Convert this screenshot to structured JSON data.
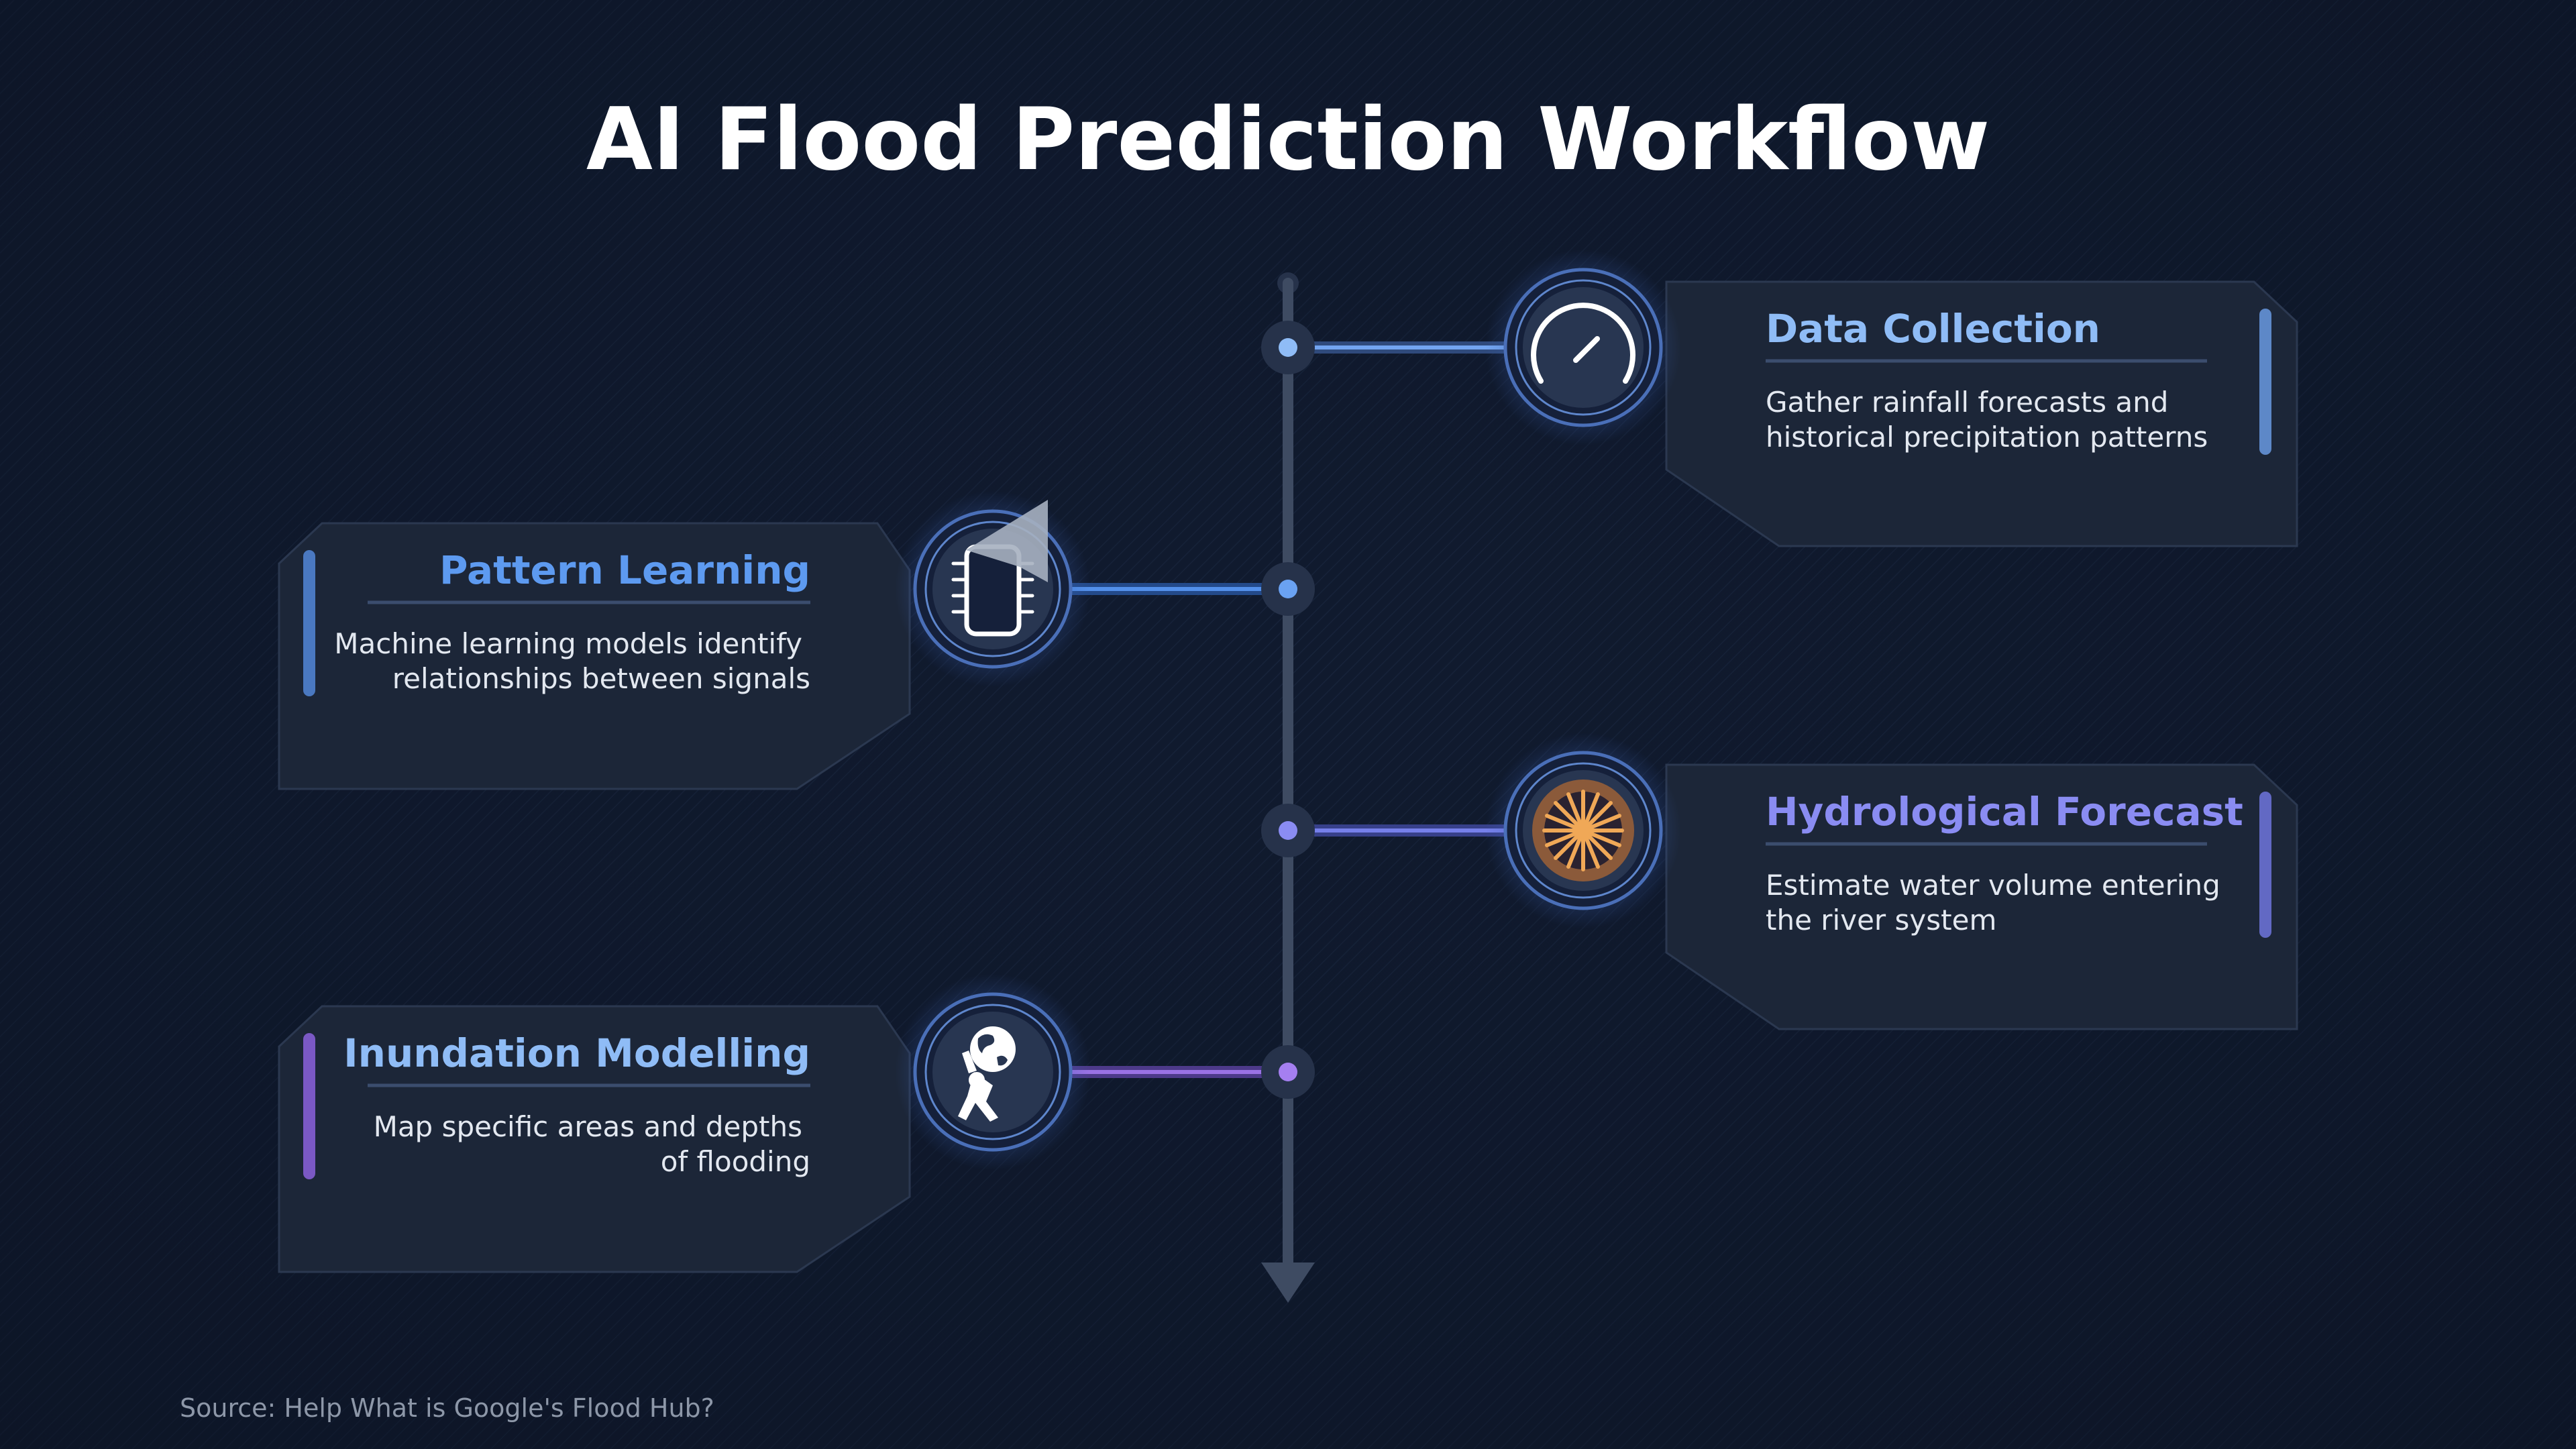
{
  "title": "AI Flood Prediction Workflow",
  "source": "Source: Help What is Google's Flood Hub?",
  "colors": {
    "background": "#101a2e",
    "card": "#1c2638",
    "spine": "#3e4b62",
    "step1": "#73a5f0",
    "step2": "#5390ea",
    "step3": "#7680ea",
    "step4": "#9a72e4",
    "heading1": "#8fbcf6",
    "heading2": "#5d9af0",
    "heading3": "#8a8cf2",
    "heading4": "#8fbcf6"
  },
  "steps": [
    {
      "title": "Data Collection",
      "lines": [
        "Gather rainfall forecasts and",
        "historical precipitation patterns"
      ],
      "icon": "gauge-icon"
    },
    {
      "title": "Pattern Learning",
      "lines": [
        "Machine learning models identify",
        "relationships between signals"
      ],
      "icon": "microchip-icon"
    },
    {
      "title": "Hydrological Forecast",
      "lines": [
        "Estimate water volume entering",
        "the river system"
      ],
      "icon": "wheel-icon"
    },
    {
      "title": "Inundation Modelling",
      "lines": [
        "Map specific areas and depths",
        "of flooding"
      ],
      "icon": "atlas-globe-icon"
    }
  ]
}
